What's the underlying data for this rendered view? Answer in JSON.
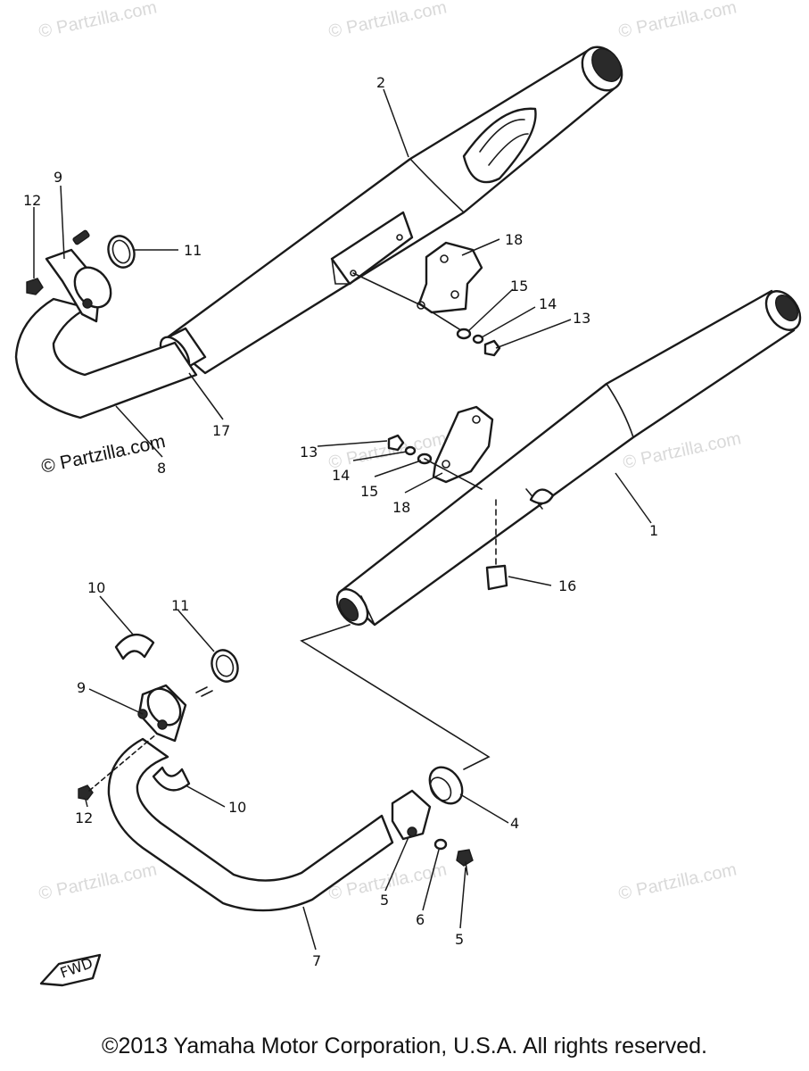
{
  "watermarks": {
    "light": "© Partzilla.com",
    "dark": "© Partzilla.com"
  },
  "callouts": {
    "c1": "1",
    "c2": "2",
    "c4": "4",
    "c5a": "5",
    "c5b": "5",
    "c6": "6",
    "c7": "7",
    "c8": "8",
    "c9a": "9",
    "c9b": "9",
    "c10a": "10",
    "c10b": "10",
    "c11a": "11",
    "c11b": "11",
    "c12a": "12",
    "c12b": "12",
    "c13a": "13",
    "c13b": "13",
    "c14a": "14",
    "c14b": "14",
    "c15a": "15",
    "c15b": "15",
    "c16": "16",
    "c17": "17",
    "c18a": "18",
    "c18b": "18"
  },
  "fwd_label": "FWD",
  "copyright": "©2013  Yamaha Motor Corporation, U.S.A. All rights reserved."
}
